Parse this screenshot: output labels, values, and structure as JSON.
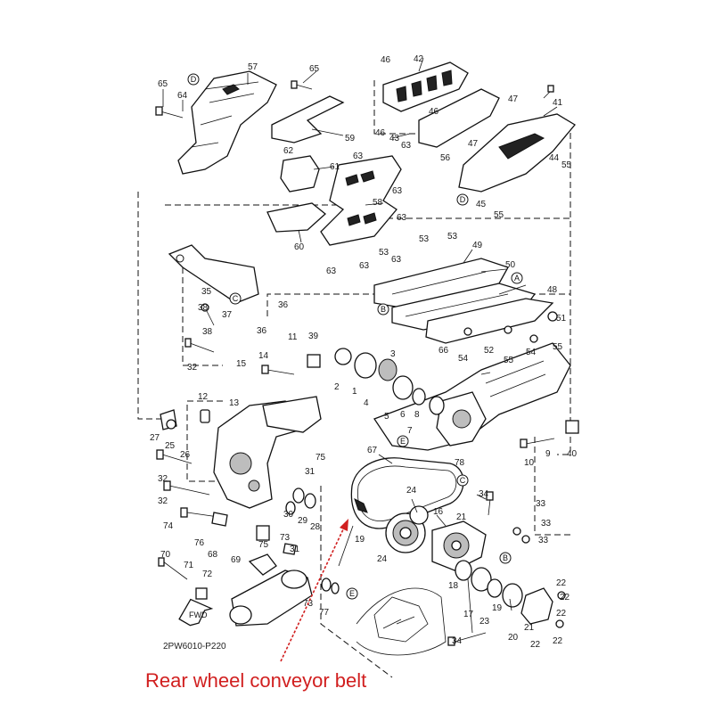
{
  "diagram": {
    "code": "2PW6010-P220",
    "caption": "Rear wheel conveyor belt",
    "caption_color": "#d11f1f",
    "fwd_label": "FWD",
    "ref_letters": [
      "A",
      "B",
      "C",
      "D",
      "E"
    ],
    "part_numbers": [
      "1",
      "2",
      "3",
      "4",
      "5",
      "6",
      "7",
      "8",
      "9",
      "10",
      "11",
      "12",
      "13",
      "14",
      "15",
      "16",
      "17",
      "18",
      "19",
      "20",
      "21",
      "22",
      "23",
      "24",
      "25",
      "26",
      "27",
      "28",
      "29",
      "30",
      "31",
      "32",
      "33",
      "34",
      "35",
      "36",
      "37",
      "38",
      "39",
      "40",
      "41",
      "42",
      "43",
      "44",
      "45",
      "46",
      "47",
      "48",
      "49",
      "50",
      "51",
      "52",
      "53",
      "54",
      "55",
      "56",
      "57",
      "58",
      "59",
      "60",
      "61",
      "62",
      "63",
      "64",
      "65",
      "66",
      "67",
      "68",
      "69",
      "70",
      "71",
      "72",
      "73",
      "74",
      "75",
      "76",
      "77",
      "78"
    ]
  }
}
